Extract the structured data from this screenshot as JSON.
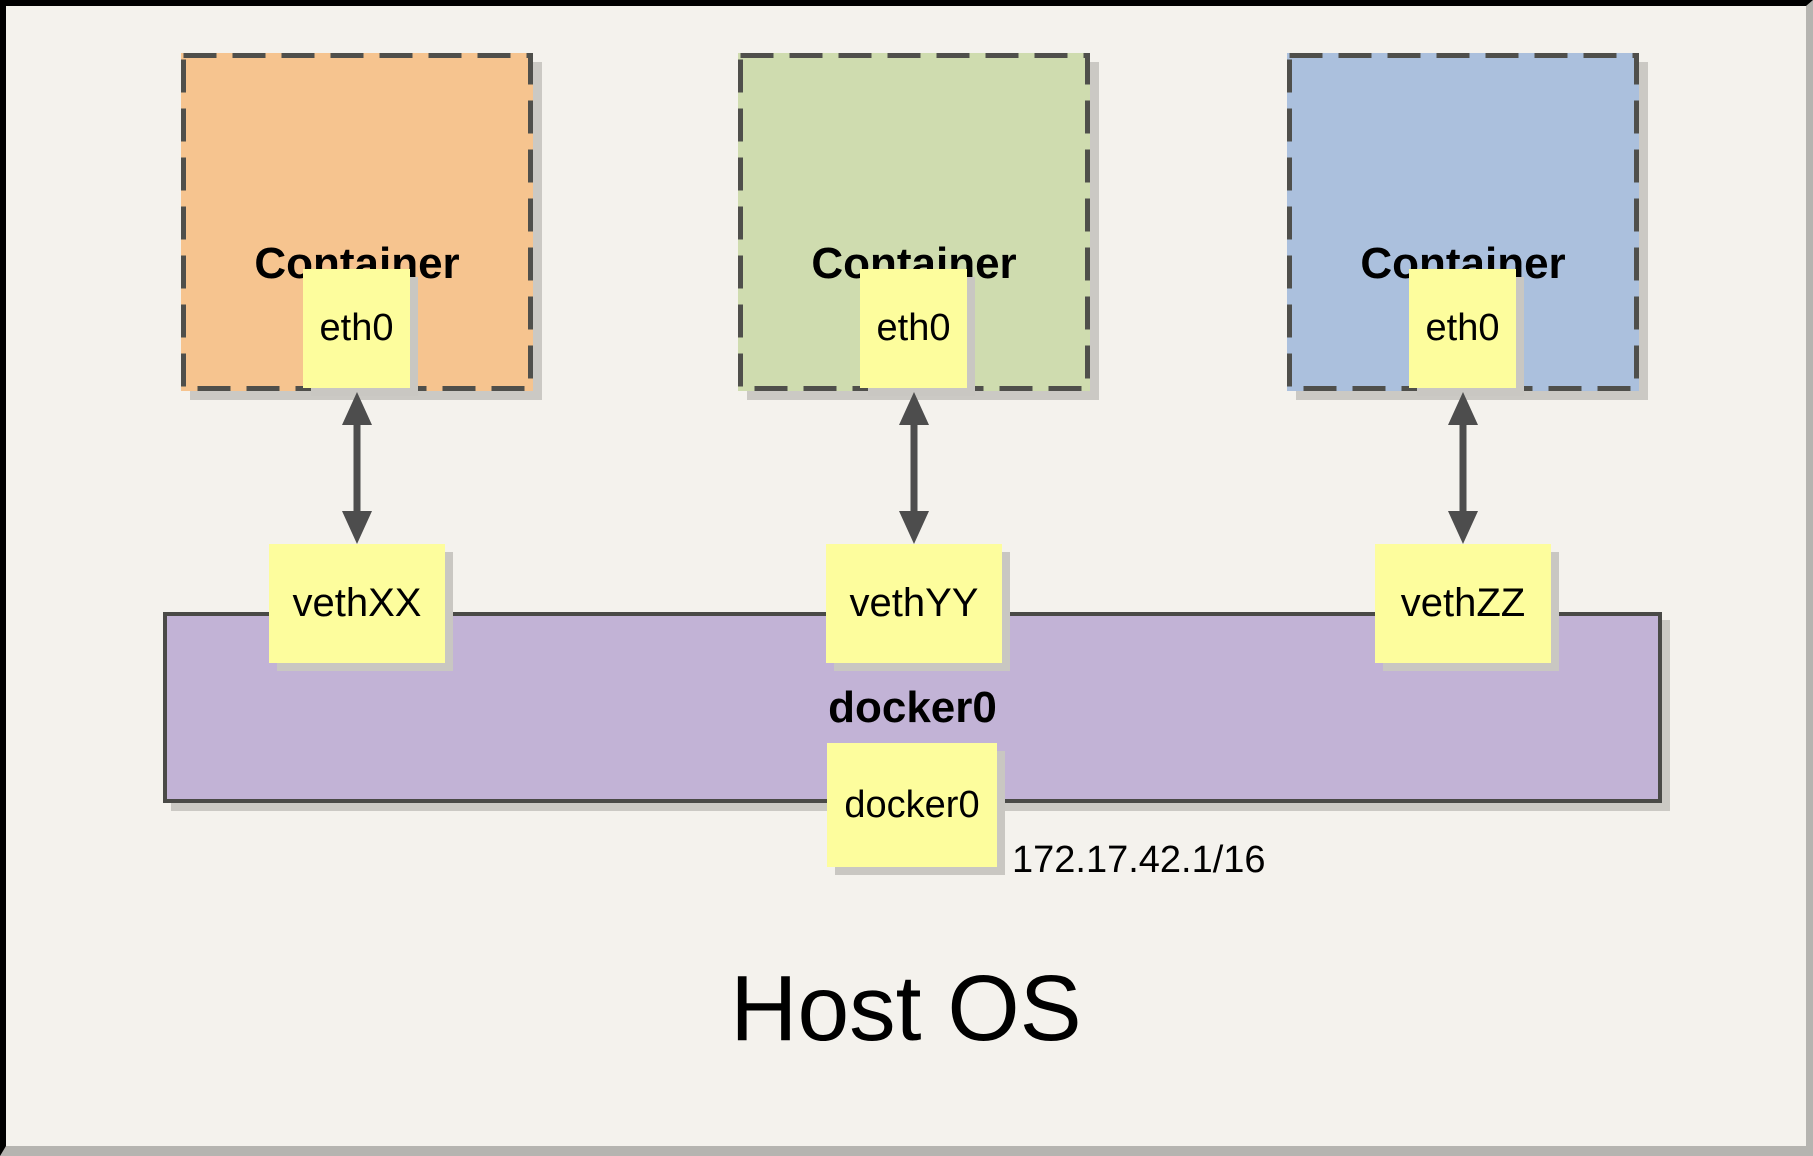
{
  "containers": [
    {
      "title": "Container",
      "iface": "eth0",
      "veth": "vethXX",
      "fill": "#F6C48F"
    },
    {
      "title": "Container",
      "iface": "eth0",
      "veth": "vethYY",
      "fill": "#CFDCAF"
    },
    {
      "title": "Container",
      "iface": "eth0",
      "veth": "vethZZ",
      "fill": "#ABC0DD"
    }
  ],
  "bridge": {
    "title": "docker0",
    "iface": "docker0",
    "subnet": "172.17.42.1/16",
    "fill": "#C2B3D6"
  },
  "host": {
    "title": "Host OS"
  },
  "palette": {
    "background": "#F4F2ED",
    "chip_fill": "#FDFD9D",
    "dash_border": "#4F4F4B",
    "arrow": "#4D4D4D",
    "shadow": "#CBC9C4",
    "frame_black": "#000000",
    "frame_gray": "#B5B4B0"
  }
}
